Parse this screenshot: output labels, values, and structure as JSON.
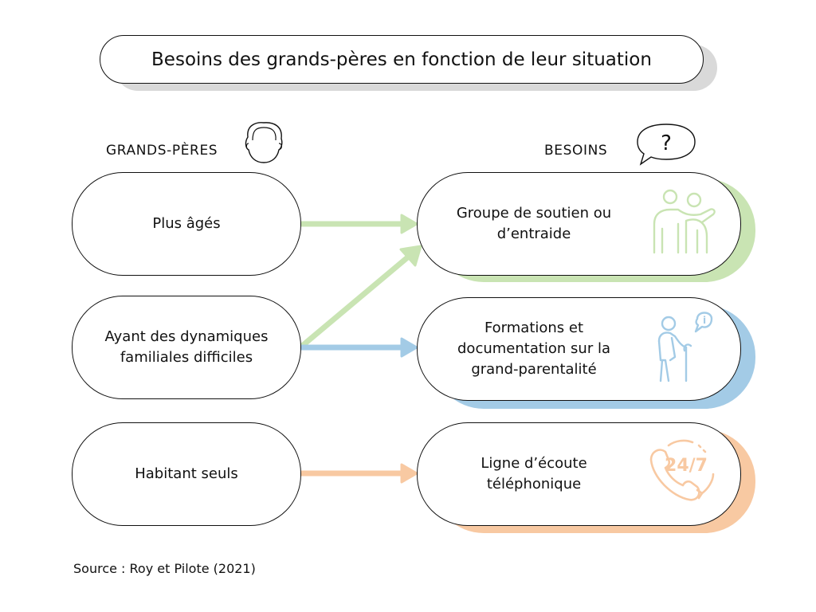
{
  "title": "Besoins des grands-pères en fonction de leur situation",
  "headers": {
    "left": "GRANDS-PÈRES",
    "right": "BESOINS",
    "left_icon": "man-head-icon",
    "right_icon": "question-bubble-icon",
    "question_mark": "?"
  },
  "grandfathers": [
    {
      "label": "Plus âgés"
    },
    {
      "label": "Ayant des dynamiques familiales difficiles"
    },
    {
      "label": "Habitant seuls"
    }
  ],
  "needs": [
    {
      "label": "Groupe de soutien ou d’entraide",
      "icon": "support-people-icon",
      "color": "#c9e4b3"
    },
    {
      "label": "Formations et documentation sur la grand-parentalité",
      "icon": "elder-info-icon",
      "color": "#a3cbe6",
      "icon_text": "i"
    },
    {
      "label": "Ligne d’écoute téléphonique",
      "icon": "phone-24-7-icon",
      "color": "#f8c9a2",
      "icon_text": "24/7"
    }
  ],
  "links": [
    {
      "from": "Plus âgés",
      "to": "Groupe de soutien ou d’entraide",
      "color": "#c9e4b3"
    },
    {
      "from": "Ayant des dynamiques familiales difficiles",
      "to": "Groupe de soutien ou d’entraide",
      "color": "#c9e4b3"
    },
    {
      "from": "Ayant des dynamiques familiales difficiles",
      "to": "Formations et documentation sur la grand-parentalité",
      "color": "#a3cbe6"
    },
    {
      "from": "Habitant seuls",
      "to": "Ligne d’écoute téléphonique",
      "color": "#f8c9a2"
    }
  ],
  "source": "Source : Roy et Pilote (2021)"
}
